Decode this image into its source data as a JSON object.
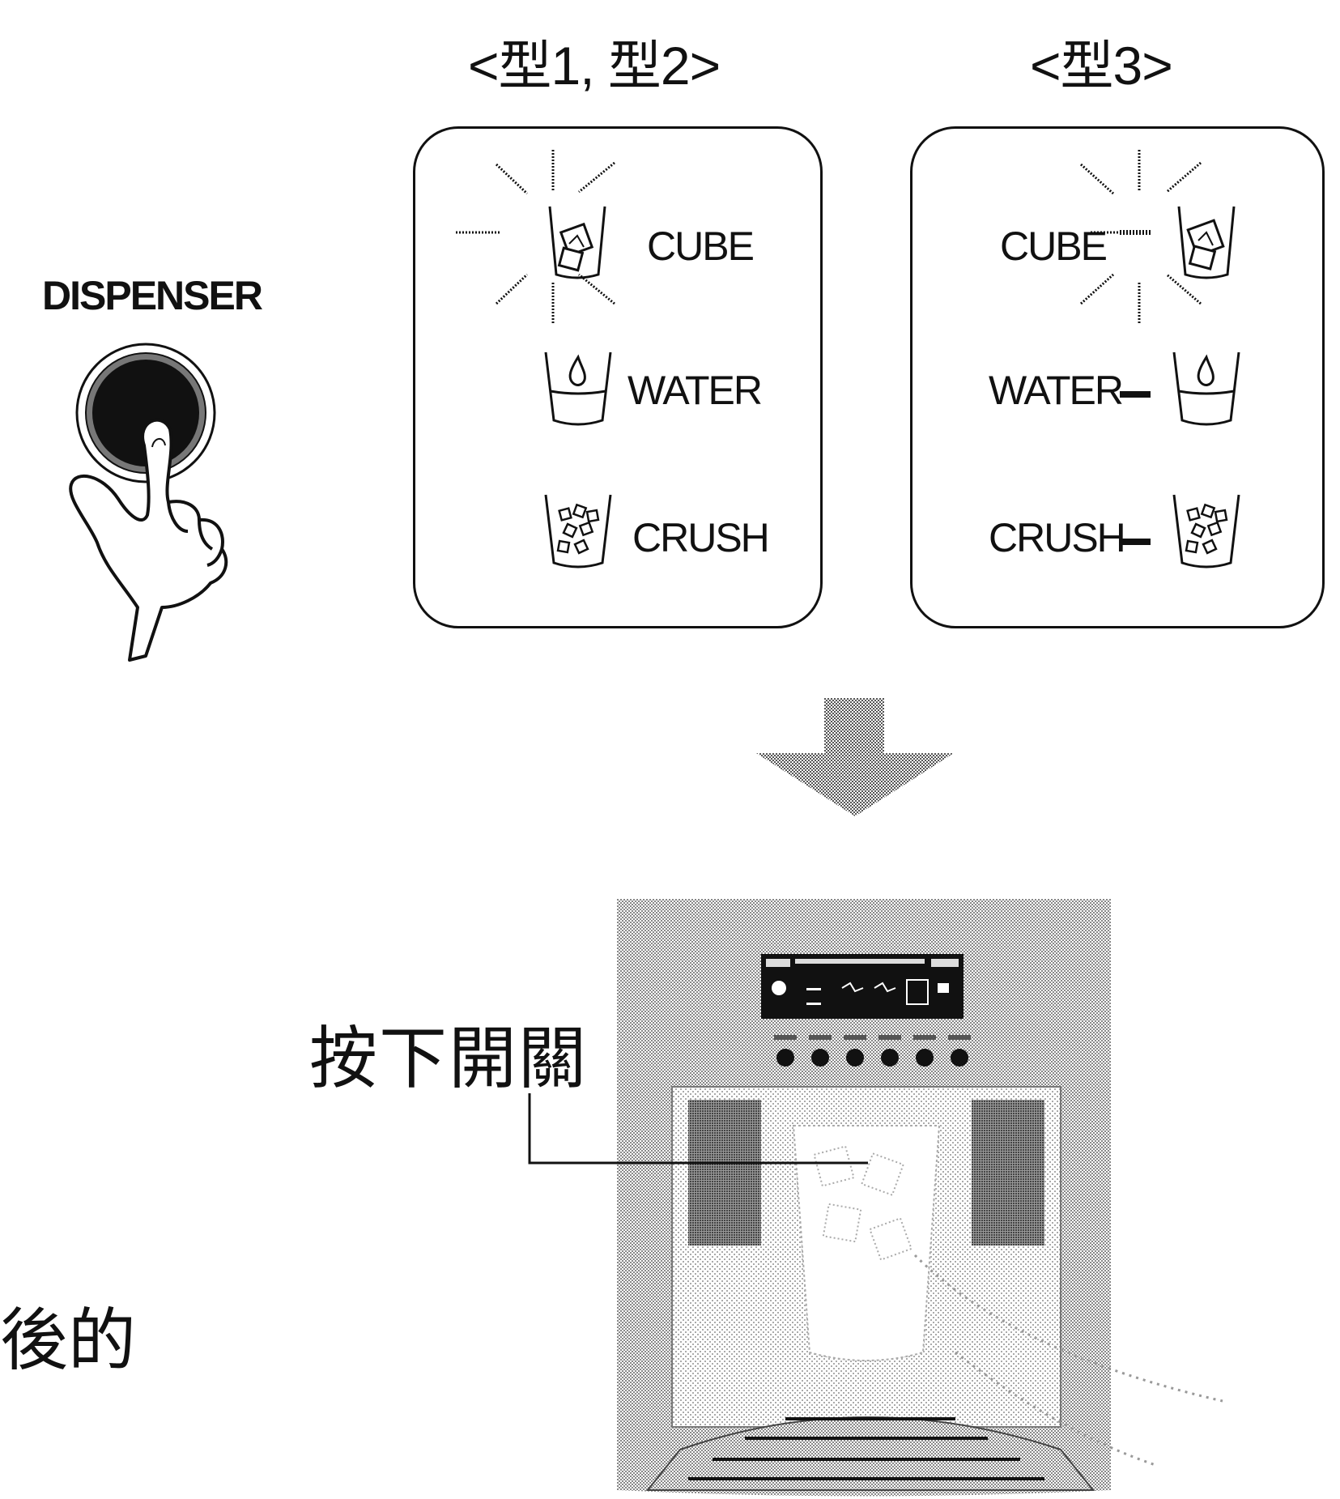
{
  "header": {
    "type12_label": "<型1, 型2>",
    "type3_label": "<型3>"
  },
  "dispenser": {
    "label": "DISPENSER"
  },
  "panel_type12": {
    "items": [
      {
        "label": "CUBE",
        "icon": "ice-cube-cup-icon",
        "selected": true
      },
      {
        "label": "WATER",
        "icon": "water-cup-icon",
        "selected": false
      },
      {
        "label": "CRUSH",
        "icon": "crushed-ice-cup-icon",
        "selected": false
      }
    ]
  },
  "panel_type3": {
    "items": [
      {
        "label": "CUBE",
        "icon": "ice-cube-cup-icon",
        "selected": true
      },
      {
        "label": "WATER",
        "icon": "water-cup-icon",
        "selected": false
      },
      {
        "label": "CRUSH",
        "icon": "crushed-ice-cup-icon",
        "selected": false
      }
    ]
  },
  "callout": {
    "press_switch": "按下開關"
  },
  "side_text": "後的",
  "arrow": {
    "icon": "down-arrow-icon"
  },
  "colors": {
    "ink": "#111111",
    "halftone": "#9a9a9a",
    "background": "#ffffff"
  }
}
